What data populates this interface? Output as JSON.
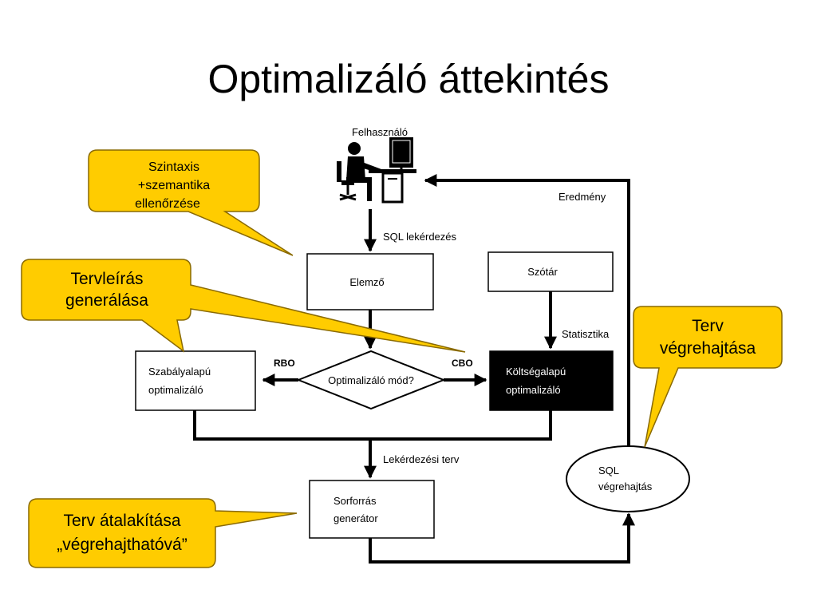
{
  "slide": {
    "title": "Optimalizáló áttekintés"
  },
  "diagram": {
    "user_label": "Felhasználó",
    "result_label": "Eredmény",
    "query_label": "SQL lekérdezés",
    "parser": "Elemző",
    "dictionary": "Szótár",
    "statistics_label": "Statisztika",
    "mode_decision": "Optimalizáló mód?",
    "rbo_label": "RBO",
    "cbo_label": "CBO",
    "rule_based": [
      "Szabályalapú",
      "optimalizáló"
    ],
    "cost_based": [
      "Költségalapú",
      "optimalizáló"
    ],
    "plan_label": "Lekérdezési terv",
    "row_source": [
      "Sorforrás",
      "generátor"
    ],
    "sql_execution": [
      "SQL",
      "végrehajtás"
    ]
  },
  "callouts": {
    "syntax": [
      "Szintaxis",
      "+szemantika",
      "ellenőrzése"
    ],
    "plan_generation": [
      "Tervleírás",
      "generálása"
    ],
    "plan_execution": [
      "Terv",
      "végrehajtása"
    ],
    "plan_transform": [
      "Terv átalakítása",
      "„végrehajthatóvá”"
    ]
  },
  "colors": {
    "callout_fill": "#ffcc00",
    "callout_border": "#8a6a00",
    "line": "#000000",
    "cost_box_fill": "#000000"
  }
}
